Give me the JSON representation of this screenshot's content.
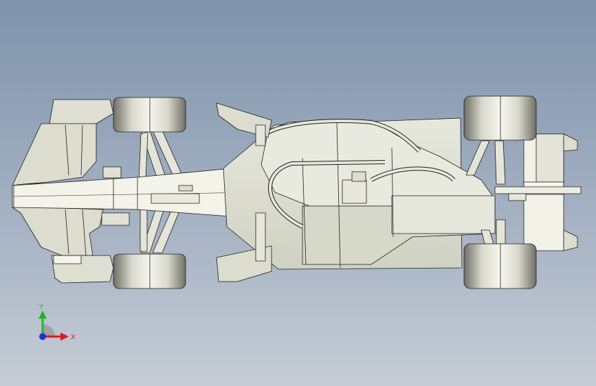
{
  "viewport": {
    "background_top": "#7f93ab",
    "background_bottom": "#c5ccd5",
    "model_name_icon": "formula-car-top-view"
  },
  "triad": {
    "x_label": "X",
    "y_label": "Y",
    "colors": {
      "x": "#e0161c",
      "y": "#1fb22c",
      "z": "#1e33d6"
    }
  }
}
